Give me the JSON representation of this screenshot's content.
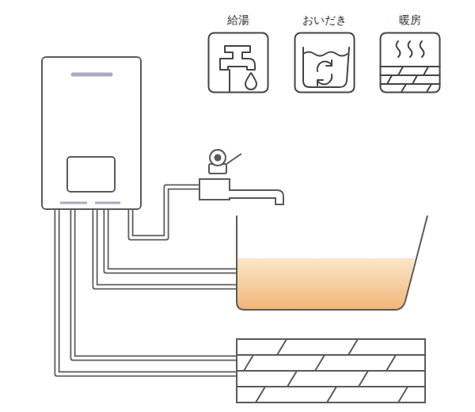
{
  "diagram": {
    "nodes": [
      {
        "text": [
          "給湯"
        ]
      },
      {
        "text": [
          "おいだき"
        ]
      },
      {
        "text": [
          "暖房"
        ]
      }
    ]
  }
}
